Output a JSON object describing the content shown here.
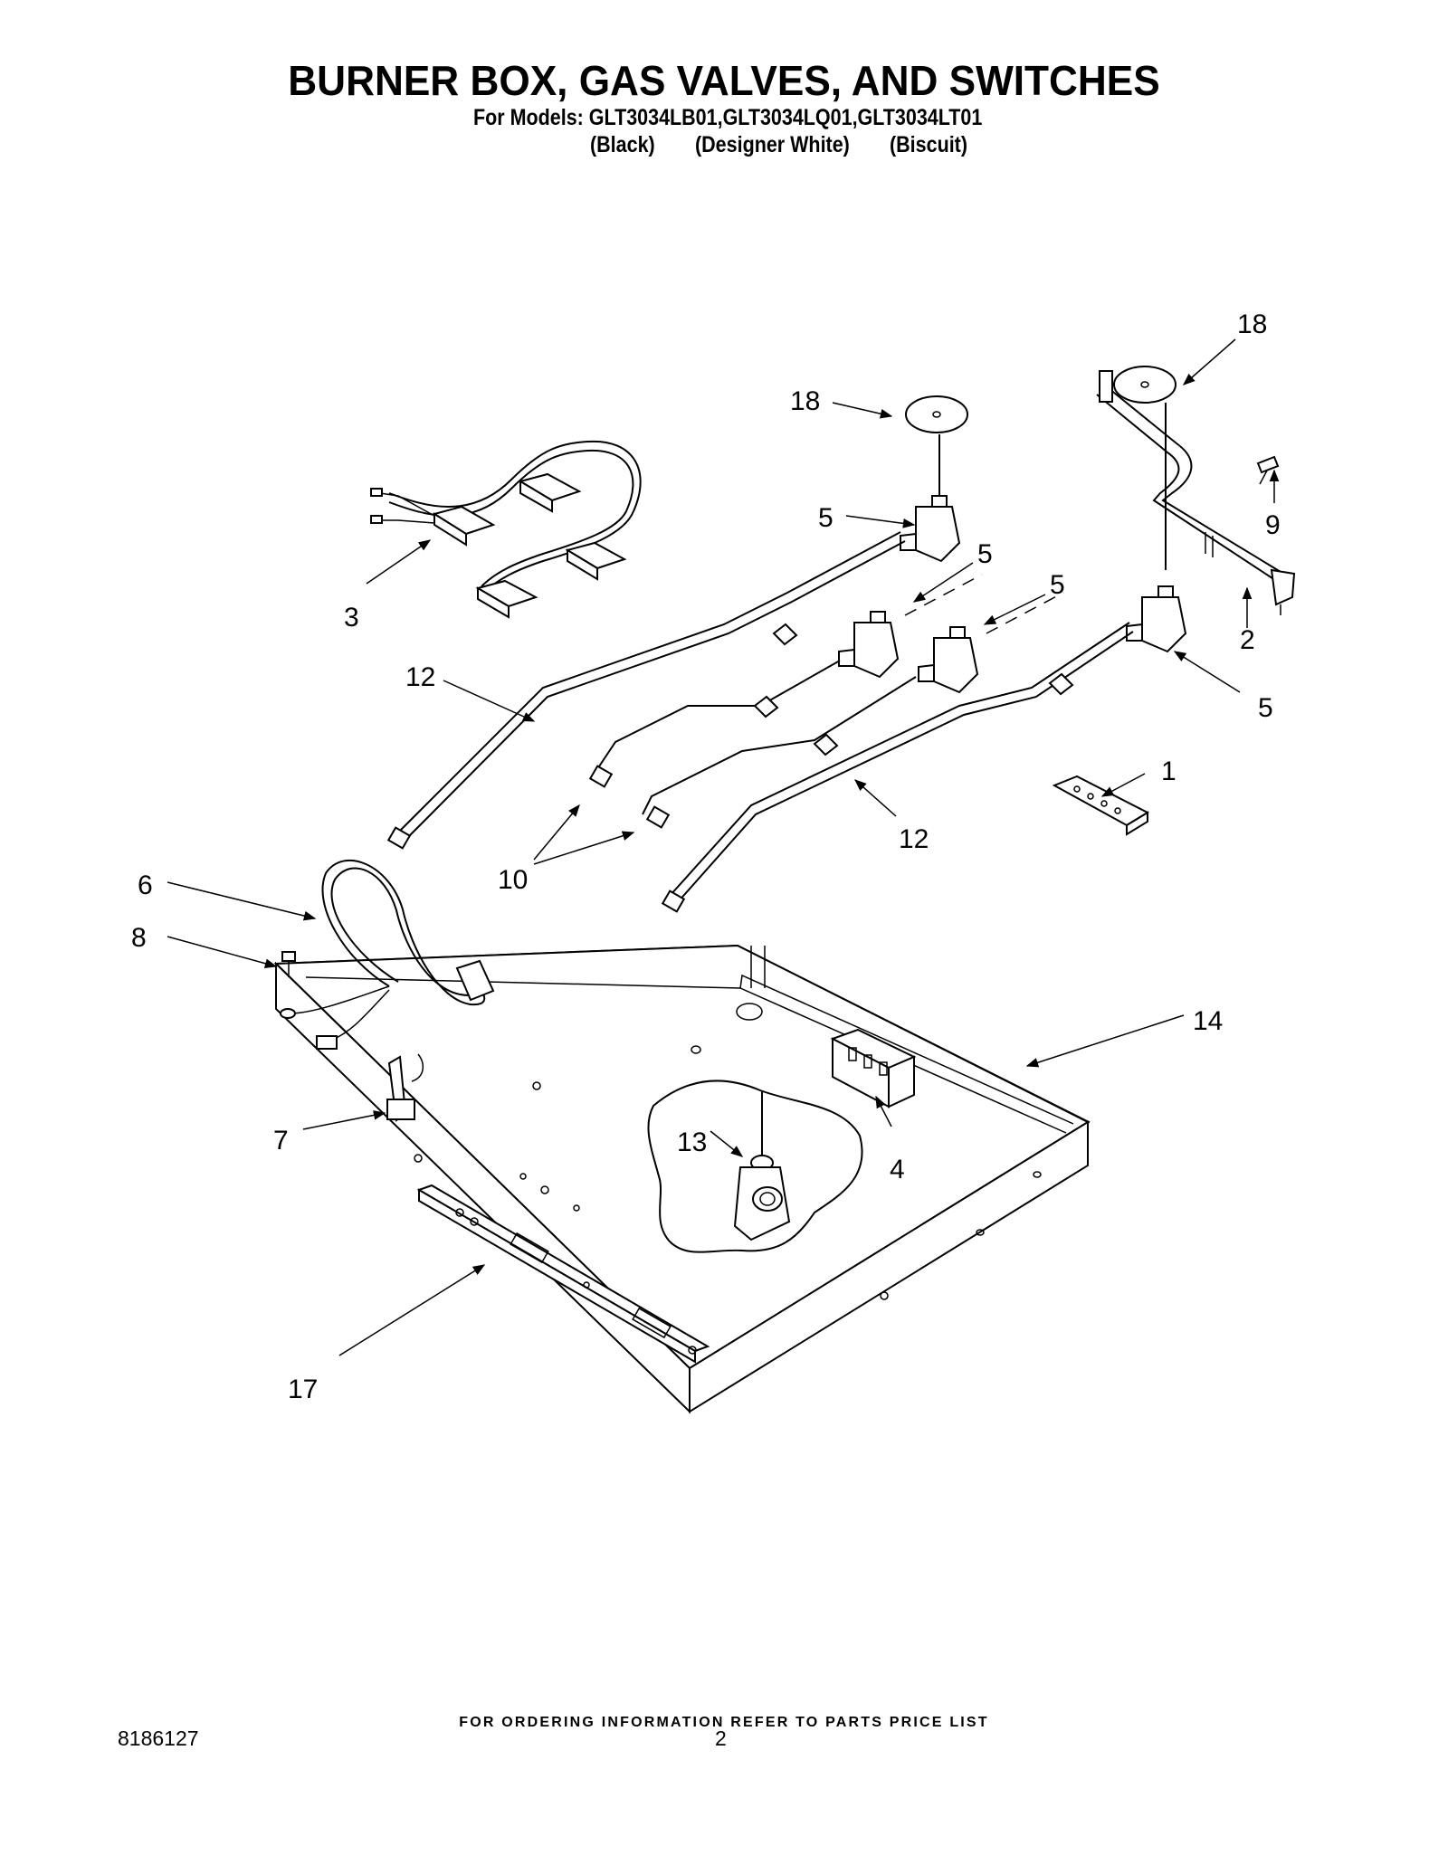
{
  "header": {
    "title": "BURNER BOX, GAS VALVES, AND SWITCHES",
    "models_line": "For Models: GLT3034LB01,GLT3034LQ01,GLT3034LT01",
    "variants": [
      "(Black)",
      "(Designer White)",
      "(Biscuit)"
    ]
  },
  "callouts": [
    "18",
    "18",
    "9",
    "5",
    "5",
    "5",
    "2",
    "5",
    "3",
    "12",
    "1",
    "12",
    "10",
    "6",
    "8",
    "14",
    "7",
    "13",
    "4",
    "17"
  ],
  "footer": {
    "ordering_note": "FOR ORDERING INFORMATION REFER TO PARTS PRICE LIST",
    "doc_number": "8186127",
    "page_number": "2"
  }
}
